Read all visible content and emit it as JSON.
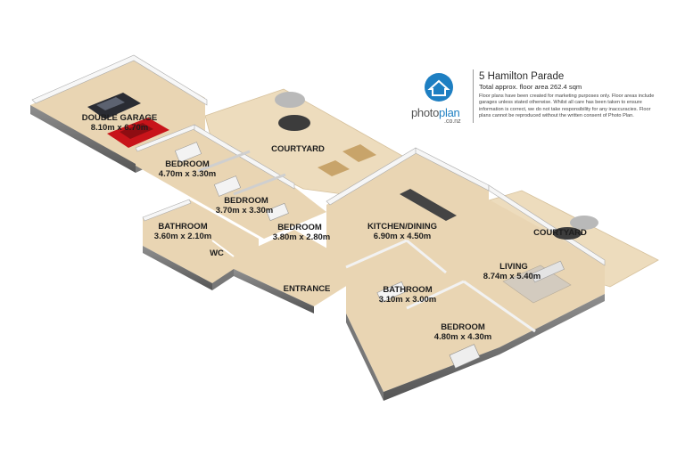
{
  "header": {
    "brand_main": "photo",
    "brand_accent": "plan",
    "brand_domain": ".co.nz",
    "address": "5 Hamilton Parade",
    "total_area": "Total approx. floor area 262.4 sqm",
    "disclaimer": "Floor plans have been created for marketing purposes only. Floor areas include garages unless stated otherwise. Whilst all care has been taken to ensure information is correct, we do not take responsibility for any inaccuracies. Floor plans cannot be reproduced without the written consent of Photo Plan."
  },
  "rooms": {
    "garage": {
      "name": "DOUBLE GARAGE",
      "dims": "8.10m x 6.70m"
    },
    "courtyard_top": {
      "name": "COURTYARD"
    },
    "bedroom1": {
      "name": "BEDROOM",
      "dims": "4.70m x 3.30m"
    },
    "bedroom2": {
      "name": "BEDROOM",
      "dims": "3.70m x 3.30m"
    },
    "bedroom3": {
      "name": "BEDROOM",
      "dims": "3.80m x 2.80m"
    },
    "bathroom1": {
      "name": "BATHROOM",
      "dims": "3.60m x 2.10m"
    },
    "wc": {
      "name": "WC"
    },
    "entrance": {
      "name": "ENTRANCE"
    },
    "kitchen": {
      "name": "KITCHEN/DINING",
      "dims": "6.90m x 4.50m"
    },
    "courtyard_right": {
      "name": "COURTYARD"
    },
    "living": {
      "name": "LIVING",
      "dims": "8.74m x 5.40m"
    },
    "bathroom2": {
      "name": "BATHROOM",
      "dims": "3.10m x 3.00m"
    },
    "bedroom4": {
      "name": "BEDROOM",
      "dims": "4.80m x 4.30m"
    }
  },
  "colors": {
    "floor": "#e9d5b3",
    "wall_top": "#f4f4f4",
    "wall_side": "#9a9a9a",
    "deck": "#eddcbd",
    "brand_blue": "#1e7fc2"
  }
}
